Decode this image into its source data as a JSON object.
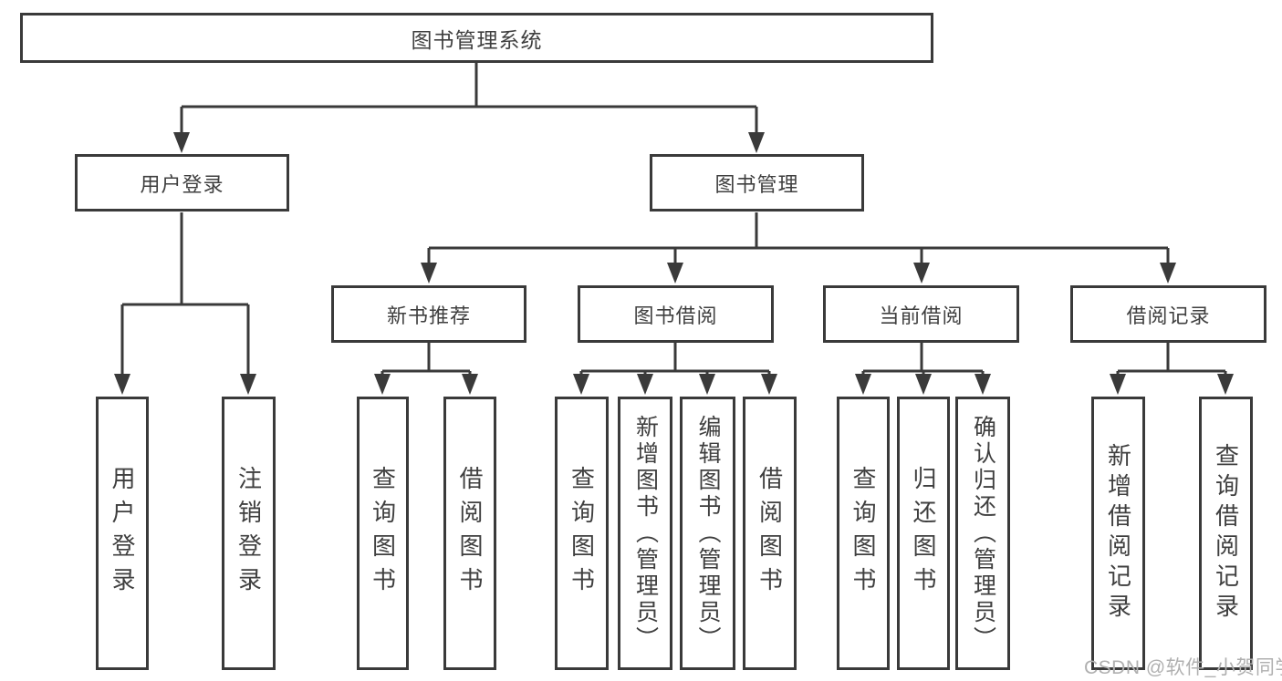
{
  "diagram": {
    "title": "图书管理系统",
    "branches": {
      "user_login": {
        "label": "用户登录",
        "children": {
          "login": "用户登录",
          "logout": "注销登录"
        }
      },
      "book_management": {
        "label": "图书管理",
        "children": {
          "new_book_recommend": {
            "label": "新书推荐",
            "children": {
              "query_books": "查询图书",
              "borrow_books": "借阅图书"
            }
          },
          "book_borrowing": {
            "label": "图书借阅",
            "children": {
              "query_books": "查询图书",
              "add_books": "新增图书（管理员）",
              "edit_books": "编辑图书（管理员）",
              "borrow_books": "借阅图书"
            }
          },
          "current_borrowing": {
            "label": "当前借阅",
            "children": {
              "query_books": "查询图书",
              "return_books": "归还图书",
              "confirm_return": "确认归还（管理员）"
            }
          },
          "borrowing_records": {
            "label": "借阅记录",
            "children": {
              "add_record": "新增借阅记录",
              "query_record": "查询借阅记录"
            }
          }
        }
      }
    }
  },
  "watermark": "CSDN @软件_小贺同学",
  "colors": {
    "line": "#3a3a3a",
    "text": "#3f3f3f",
    "watermark": "#b0b0b0",
    "background": "#ffffff"
  }
}
